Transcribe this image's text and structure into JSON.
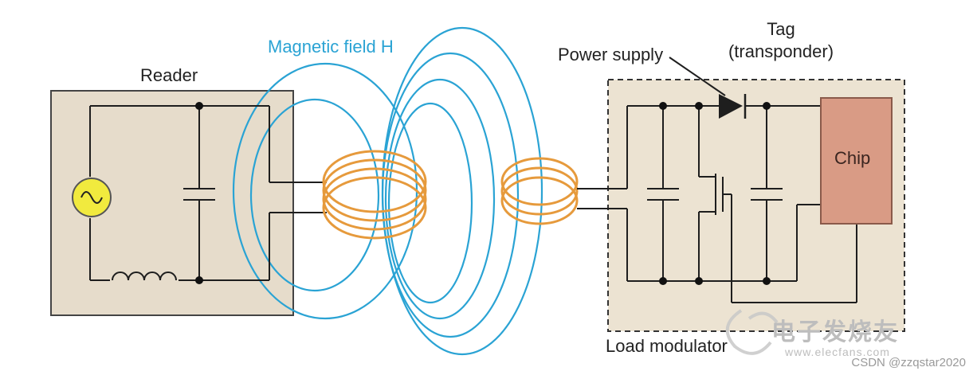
{
  "labels": {
    "reader": "Reader",
    "magnetic_field": "Magnetic field H",
    "tag_line1": "Tag",
    "tag_line2": "(transponder)",
    "power_supply": "Power supply",
    "chip": "Chip",
    "load_modulator": "Load modulator"
  },
  "watermark": {
    "site_cn": "电子发烧友",
    "site_url": "www.elecfans.com",
    "credit": "CSDN @zzqstar2020"
  },
  "colors": {
    "reader_box_fill": "#e6dccb",
    "tag_box_fill": "#ece3d2",
    "chip_fill": "#d99b85",
    "field_lines": "#2aa3d4",
    "coils": "#e69a3c",
    "source_fill": "#f1ea3e",
    "wires": "#1e1e1e"
  }
}
